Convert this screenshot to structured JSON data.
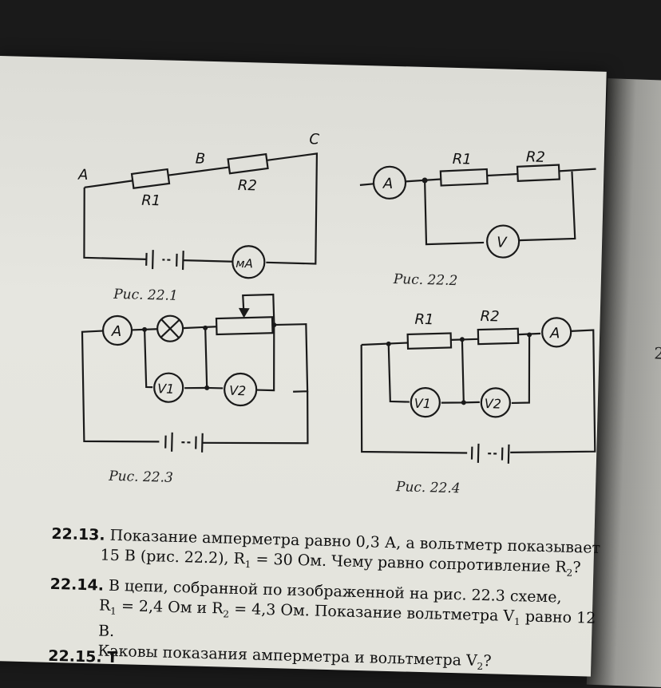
{
  "figures": {
    "fig1": {
      "caption": "Рис. 22.1",
      "points": [
        "A",
        "B",
        "C"
      ],
      "resistors": [
        "R1",
        "R2"
      ],
      "meter": "мА"
    },
    "fig2": {
      "caption": "Рис. 22.2",
      "resistors": [
        "R1",
        "R2"
      ],
      "ammeter": "A",
      "voltmeter": "V"
    },
    "fig3": {
      "caption": "Рис. 22.3",
      "ammeter": "A",
      "voltmeters": [
        "V1",
        "V2"
      ]
    },
    "fig4": {
      "caption": "Рис. 22.4",
      "resistors": [
        "R1",
        "R2"
      ],
      "ammeter": "A",
      "voltmeters": [
        "V1",
        "V2"
      ]
    }
  },
  "problems": [
    {
      "number": "22.13.",
      "line1": "Показание амперметра равно 0,3 А, а вольтметр показывает",
      "line2_a": "15 В (рис. 22.2), R",
      "line2_b": " = 30 Ом. Чему равно сопротивление R",
      "line2_c": "?"
    },
    {
      "number": "22.14.",
      "line1": "В цепи, собранной по изображенной на рис. 22.3 схеме,",
      "line2_a": "R",
      "line2_b": " = 2,4 Ом и R",
      "line2_c": " = 4,3 Ом. Показание вольтметра V",
      "line2_d": " равно 12 В.",
      "line3_a": "Каковы показания амперметра и вольтметра V",
      "line3_b": "?"
    }
  ],
  "footer_fragment": "22.15. Т",
  "side_page_number": "2",
  "colors": {
    "ink": "#111111",
    "paper": "#e4e4de"
  }
}
